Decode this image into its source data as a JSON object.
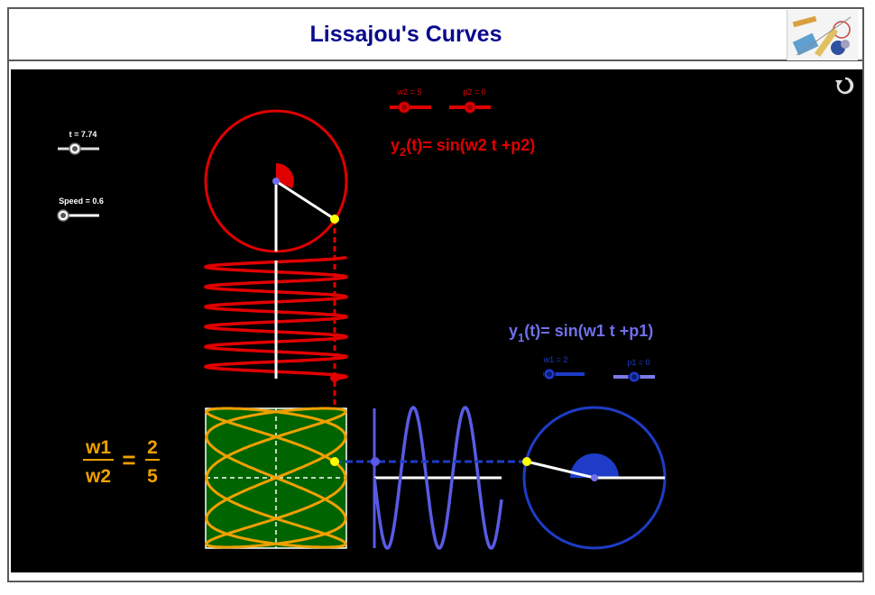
{
  "header": {
    "title": "Lissajou's Curves",
    "logo_icon": "geometry-tools-logo-icon"
  },
  "applet": {
    "reset_icon": "reset-icon",
    "sliders": {
      "t": {
        "label": "t = 7.74",
        "value": 7.74
      },
      "speed": {
        "label": "Speed = 0.6",
        "value": 0.6
      },
      "w2": {
        "label": "w2 = 5",
        "value": 5
      },
      "p2": {
        "label": "p2 = 0",
        "value": 0
      },
      "w1": {
        "label": "w1 = 2",
        "value": 2
      },
      "p1": {
        "label": "p1 = 0",
        "value": 0
      }
    },
    "y2_formula": {
      "base": "y",
      "sub": "2",
      "rest": "(t)= sin(w2 t +p2)"
    },
    "y1_formula": {
      "base": "y",
      "sub": "1",
      "rest": "(t)= sin(w1 t +p1)"
    },
    "ratio": {
      "num1": "w1",
      "den1": "w2",
      "eq": "=",
      "num2": "2",
      "den2": "5"
    },
    "colors": {
      "red": "#e00000",
      "blue": "#1e3cc8",
      "light_blue": "#5a5ae6",
      "orange": "#f0a000",
      "green": "#006400",
      "yellow": "#ffff00"
    }
  }
}
